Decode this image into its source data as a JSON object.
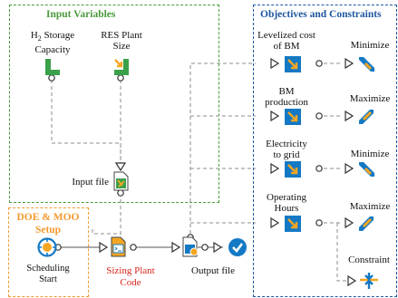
{
  "colors": {
    "green": "#4a9a3c",
    "blue": "#1e56a0",
    "orange": "#f59a2e",
    "icon_blue": "#1479c4",
    "icon_orange": "#f6a623",
    "icon_green": "#3ba04a",
    "red_text": "#d9251b",
    "wire": "#8c8c8c"
  },
  "input_group": {
    "title": "Input Variables",
    "h2_label_prefix": "H",
    "h2_label_sub": "2",
    "h2_label_rest": " Storage",
    "h2_label_line2": "Capacity",
    "res_label_line1": "RES Plant",
    "res_label_line2": "Size",
    "input_file": "Input file"
  },
  "doe_group": {
    "title_line1": "DOE & MOO",
    "title_line2": "Setup",
    "scheduling_line1": "Scheduling",
    "scheduling_line2": "Start"
  },
  "center": {
    "sizing_line1": "Sizing Plant",
    "sizing_line2": "Code",
    "output_file": "Output file"
  },
  "objectives_group": {
    "title": "Objectives and Constraints",
    "items": [
      {
        "label_line1": "Levelized cost",
        "label_line2": "of BM",
        "action": "Minimize"
      },
      {
        "label_line1": "BM",
        "label_line2": "production",
        "action": "Maximize"
      },
      {
        "label_line1": "Electricity",
        "label_line2": "to grid",
        "action": "Minimize"
      },
      {
        "label_line1": "Operating",
        "label_line2": "Hours",
        "action": "Maximize"
      },
      {
        "label_line1": "",
        "label_line2": "",
        "action": "Constraint"
      }
    ]
  }
}
